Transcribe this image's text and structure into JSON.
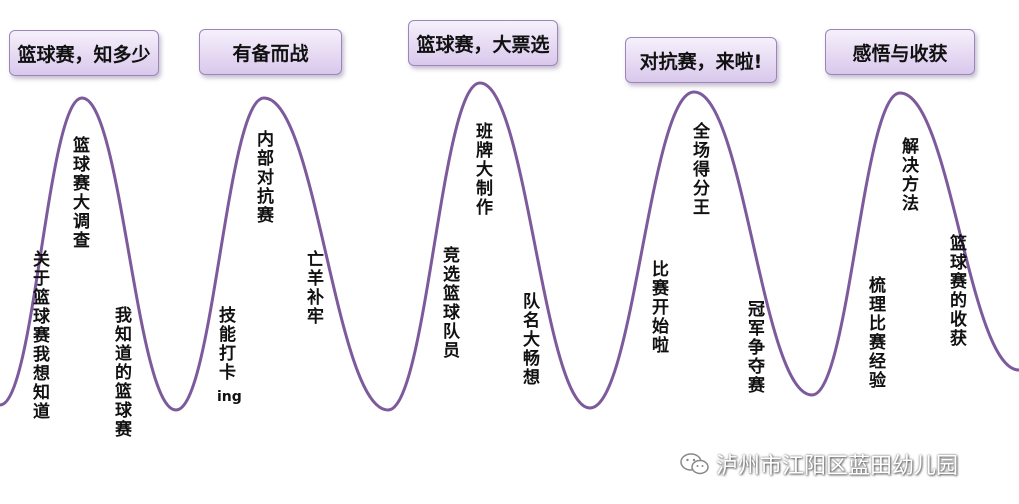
{
  "stages": [
    {
      "title": "篮球赛，知多少",
      "peak_text": "篮球赛大调查",
      "left_text": "关于篮球赛我想知道",
      "right_text": "我知道的篮球赛"
    },
    {
      "title": "有备而战",
      "peak_text": "内部对抗赛",
      "left_text": "技能打卡",
      "left_suffix": "ing",
      "right_text": "亡羊补牢"
    },
    {
      "title": "篮球赛，大票选",
      "peak_text": "班牌大制作",
      "left_text": "竞选篮球队员",
      "right_text": "队名大畅想"
    },
    {
      "title": "对抗赛，来啦!",
      "peak_text": "全场得分王",
      "left_text": "比赛开始啦",
      "right_text": "冠军争夺赛"
    },
    {
      "title": "感悟与收获",
      "peak_text": "解决方法",
      "left_text": "梳理比赛经验",
      "right_text": "篮球赛的收获"
    }
  ],
  "footer": {
    "icon": "wechat-icon",
    "text": "泸州市江阳区蓝田幼儿园"
  },
  "colors": {
    "wave": "#7c5a9b",
    "banner_fill": "#e6dcf2",
    "banner_border": "#9a86b8"
  }
}
